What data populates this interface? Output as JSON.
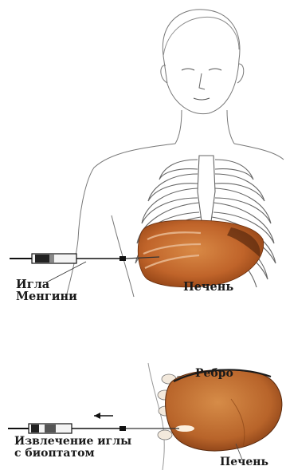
{
  "labels": {
    "needle_line1": "Игла",
    "needle_line2": "Менгини",
    "liver_top": "Печень",
    "rib": "Ребро",
    "extraction_line1": "Извлечение иглы",
    "extraction_line2": "с биоптатом",
    "liver_bottom": "Печень"
  },
  "colors": {
    "background": "#ffffff",
    "ink": "#1a1a1a",
    "liver_dark": "#8a3e12",
    "liver_mid": "#c0642a",
    "liver_light": "#d98a46",
    "skin_line": "#777777"
  }
}
